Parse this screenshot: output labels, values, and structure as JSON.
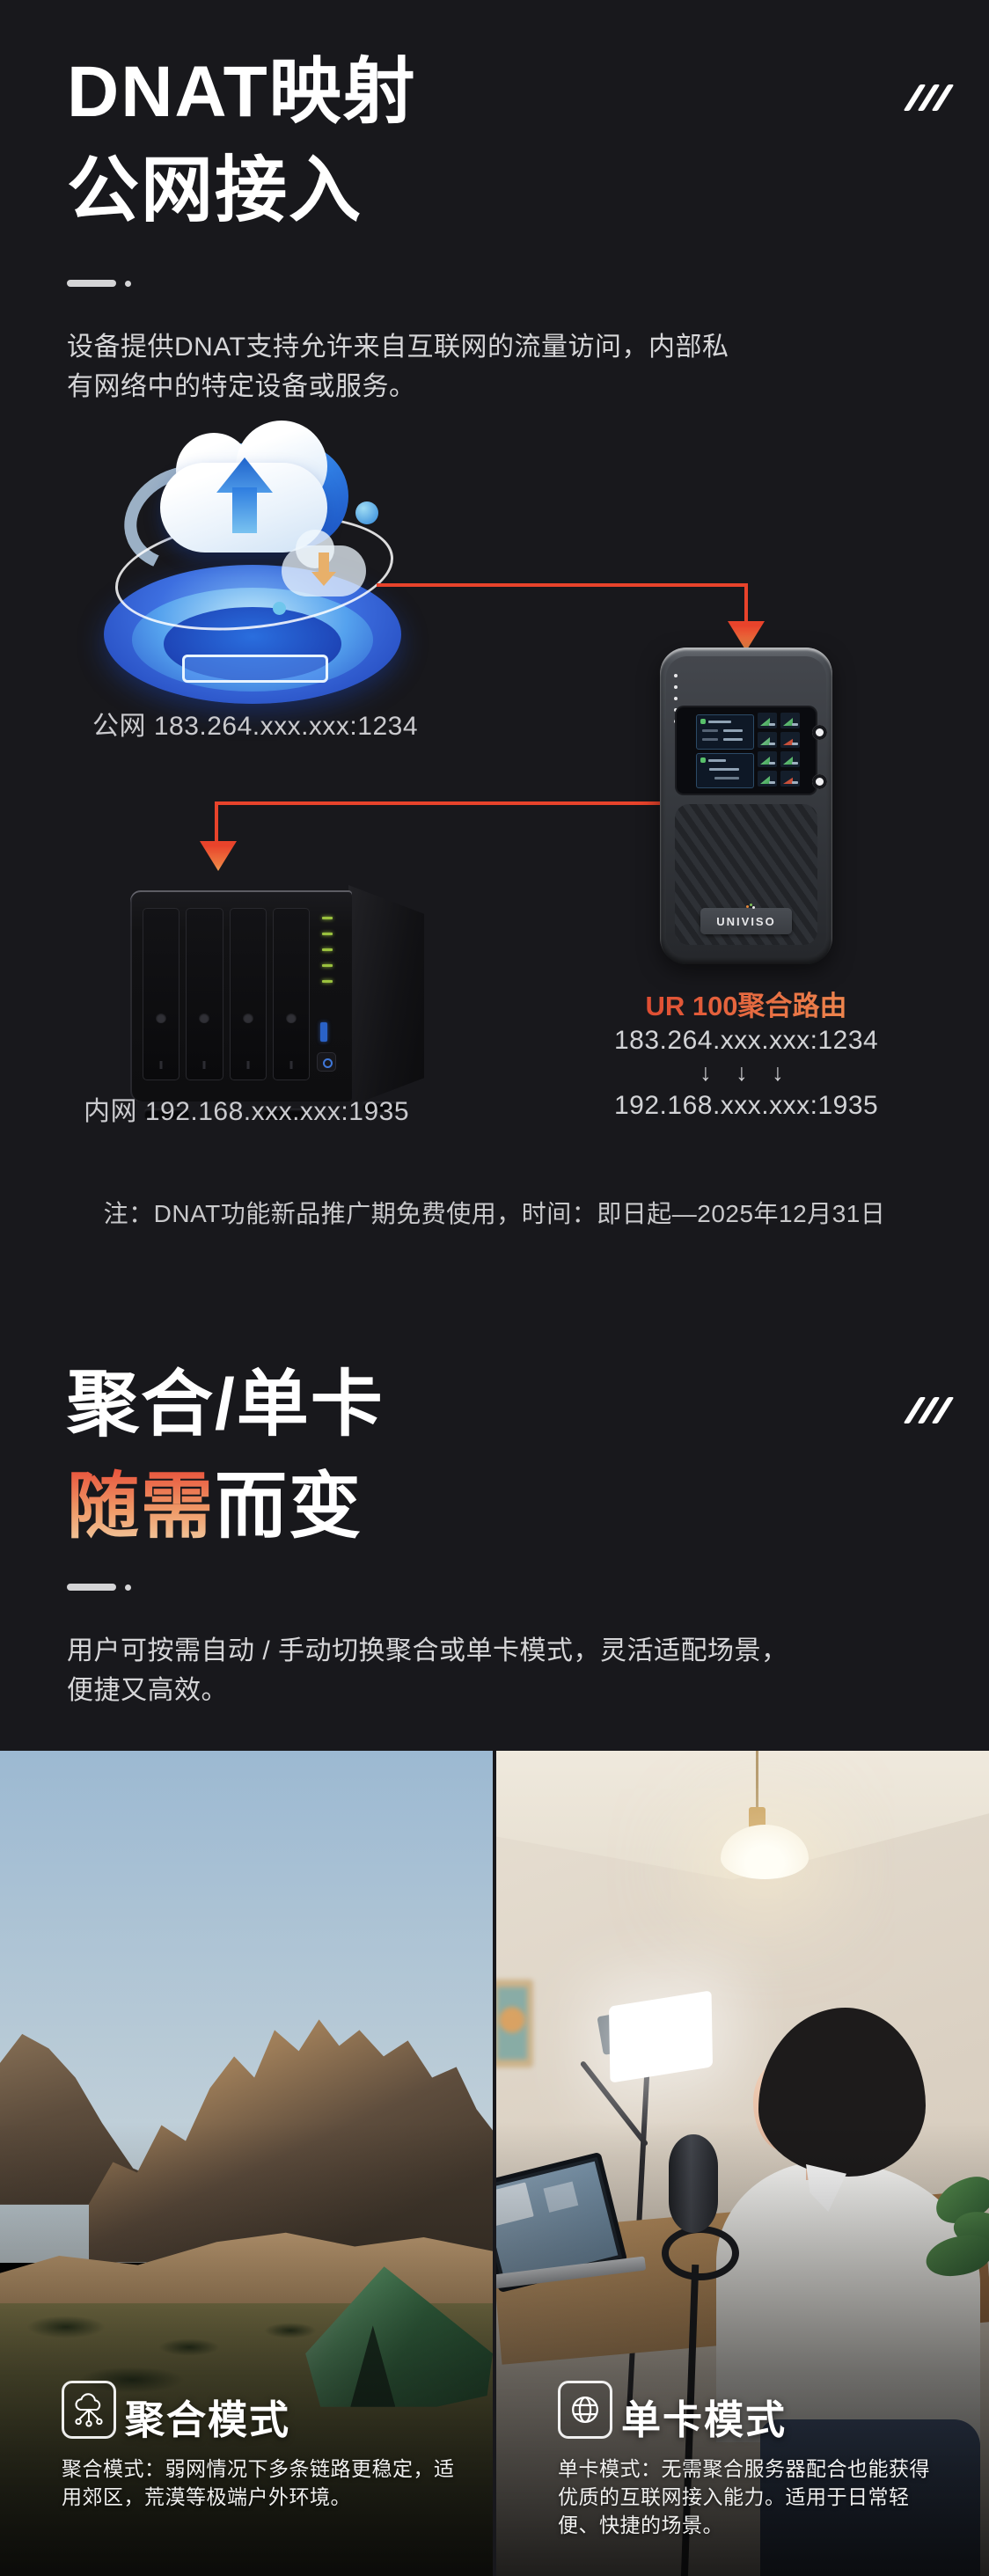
{
  "colors": {
    "background": "#18181c",
    "accent_red": "#e8432b",
    "title_white": "#ffffff",
    "body_text": "#d6d6d8",
    "highlight_gradient_top": "#e8503a",
    "highlight_gradient_bottom": "#f2cda3"
  },
  "dnat": {
    "title_line1": "DNAT映射",
    "title_line2": "公网接入",
    "description": "设备提供DNAT支持允许来自互联网的流量访问，内部私有网络中的特定设备或服务。",
    "cloud_label": "公网 183.264.xxx.xxx:1234",
    "nas_label": "内网 192.168.xxx.xxx:1935",
    "router_name": "UR 100聚合路由",
    "router_public_addr": "183.264.xxx.xxx:1234",
    "router_arrows": "↓ ↓ ↓",
    "router_private_addr": "192.168.xxx.xxx:1935",
    "router_brand": "UNIVISO",
    "note": "注：DNAT功能新品推广期免费使用，时间：即日起—2025年12月31日"
  },
  "modes": {
    "title_line1": "聚合/单卡",
    "title_line2_highlight": "随需",
    "title_line2_rest": "而变",
    "description": "用户可按需自动 / 手动切换聚合或单卡模式，灵活适配场景，便捷又高效。",
    "cards": [
      {
        "label": "聚合模式",
        "icon": "cloud-network-icon",
        "caption": "聚合模式：弱网情况下多条链路更稳定，适用郊区，荒漠等极端户外环境。"
      },
      {
        "label": "单卡模式",
        "icon": "globe-icon",
        "caption": "单卡模式：无需聚合服务器配合也能获得优质的互联网接入能力。适用于日常轻便、快捷的场景。"
      }
    ]
  }
}
